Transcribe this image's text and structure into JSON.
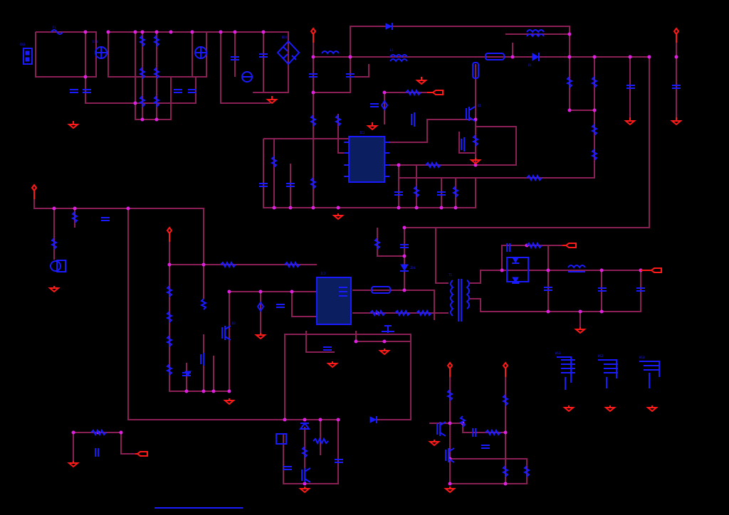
{
  "title": "",
  "colors": {
    "background": "#000000",
    "wire": "#8a1f55",
    "component": "#1a1aff",
    "ground_power": "#ff1a1a",
    "junction": "#e020e0"
  },
  "icons": [
    "resistor-icon",
    "capacitor-icon",
    "ground-icon",
    "power-rail-icon",
    "output-port-icon",
    "bridge-rectifier-icon",
    "transformer-icon",
    "ic-package-icon",
    "transistor-icon",
    "diode-icon"
  ],
  "labels": {
    "f1": "F1",
    "cn1": "CN1",
    "ic1": "IC1",
    "ic2": "IC2",
    "t1": "T1",
    "bd1": "BD1",
    "q1": "Q1",
    "q2": "Q2",
    "l1": "L1",
    "lf1": "LF1",
    "zd1": "ZD1",
    "d1": "D1",
    "hs1": "HS1",
    "hs2": "HS2",
    "hs3": "HS3"
  }
}
